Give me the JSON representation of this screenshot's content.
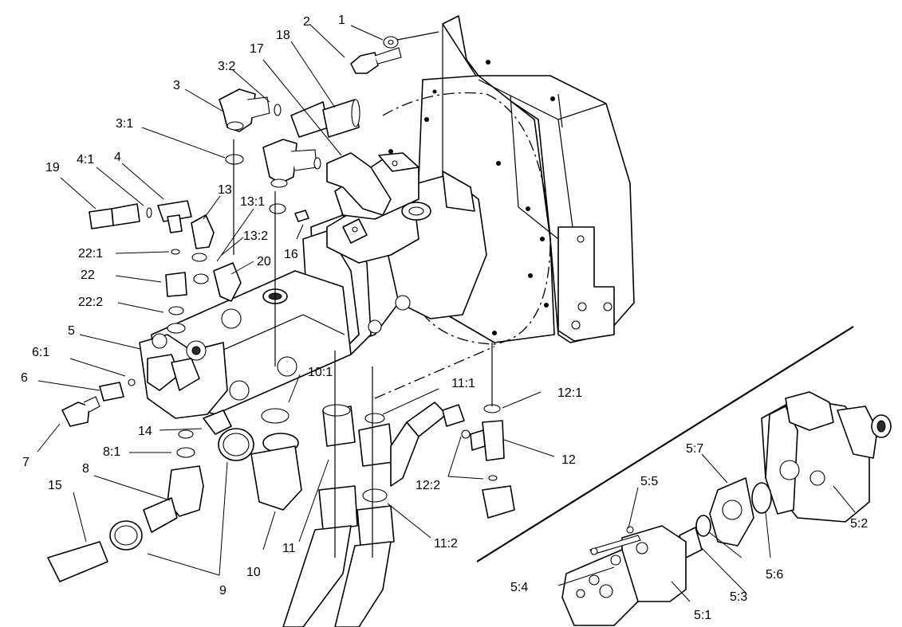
{
  "callouts": {
    "c1": "1",
    "c2": "2",
    "c3": "3",
    "c3_1": "3:1",
    "c3_2": "3:2",
    "c4": "4",
    "c4_1": "4:1",
    "c5": "5",
    "c5_1": "5:1",
    "c5_2": "5:2",
    "c5_3": "5:3",
    "c5_4": "5:4",
    "c5_5": "5:5",
    "c5_6": "5:6",
    "c5_7": "5:7",
    "c6": "6",
    "c6_1": "6:1",
    "c7": "7",
    "c8": "8",
    "c8_1": "8:1",
    "c9": "9",
    "c10": "10",
    "c10_1": "10:1",
    "c11": "11",
    "c11_1": "11:1",
    "c11_2": "11:2",
    "c12": "12",
    "c12_1": "12:1",
    "c12_2": "12:2",
    "c13": "13",
    "c13_1": "13:1",
    "c13_2": "13:2",
    "c14": "14",
    "c15": "15",
    "c16": "16",
    "c17": "17",
    "c18": "18",
    "c19": "19",
    "c20": "20",
    "c22": "22",
    "c22_1": "22:1",
    "c22_2": "22:2"
  },
  "colors": {
    "ink": "#000000",
    "paper": "#ffffff"
  }
}
